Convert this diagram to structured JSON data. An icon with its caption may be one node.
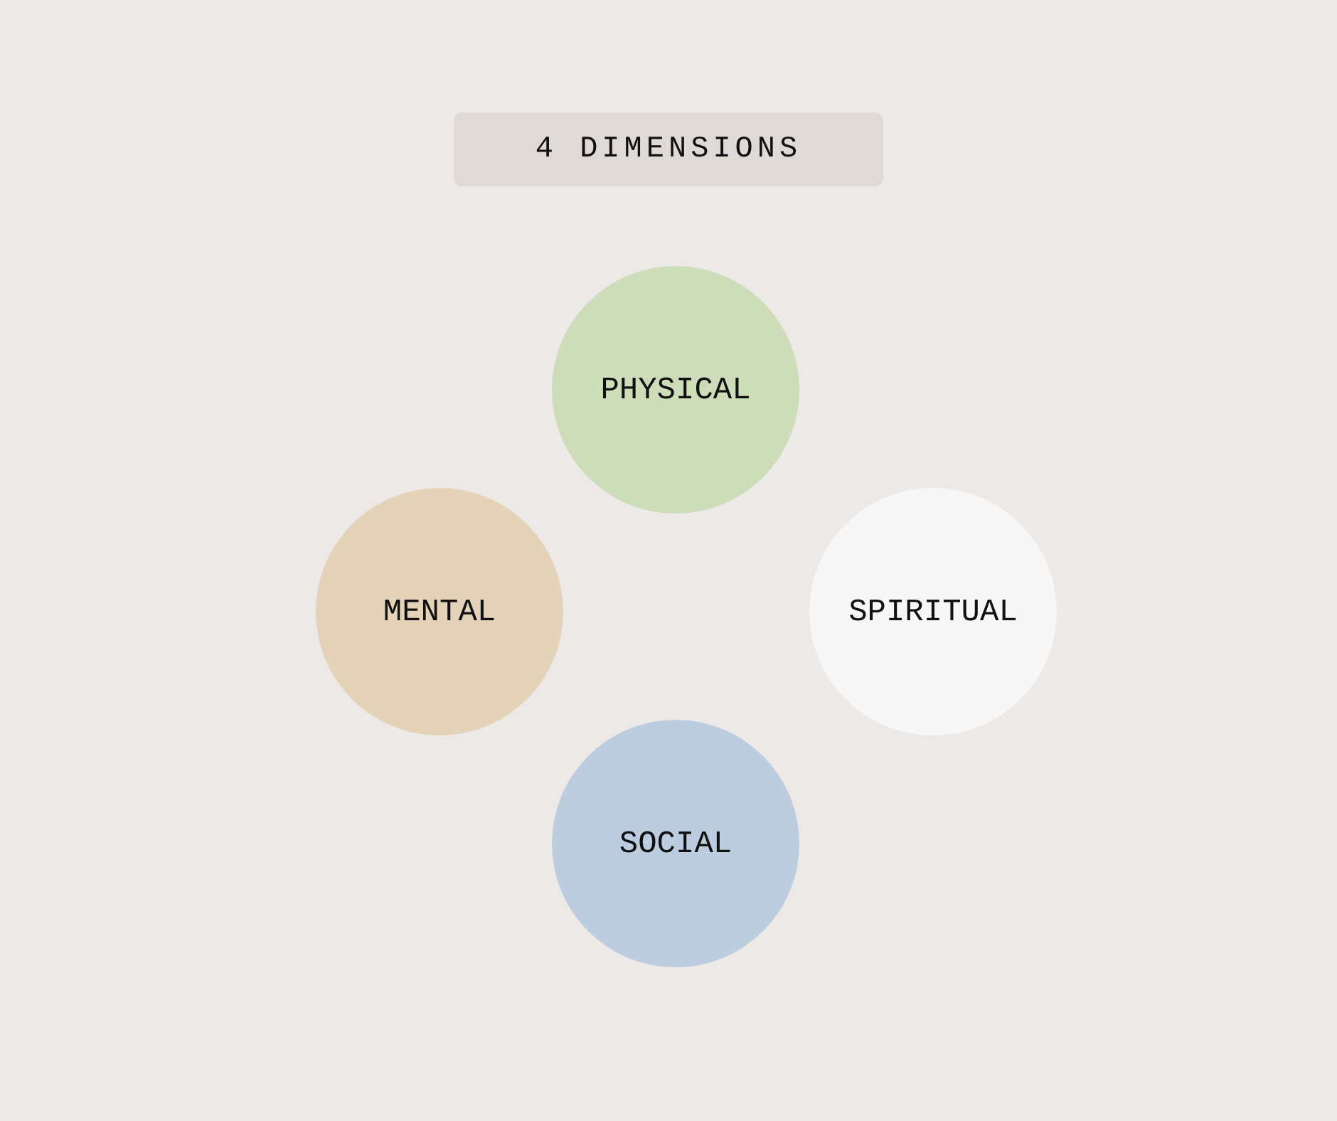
{
  "diagram": {
    "nodes": [
      {
        "text": [
          "4 DIMENSIONS"
        ]
      },
      {
        "text": [
          "PHYSICAL"
        ]
      },
      {
        "text": [
          "MENTAL"
        ]
      },
      {
        "text": [
          "SPIRITUAL"
        ]
      },
      {
        "text": [
          "SOCIAL"
        ]
      }
    ]
  }
}
